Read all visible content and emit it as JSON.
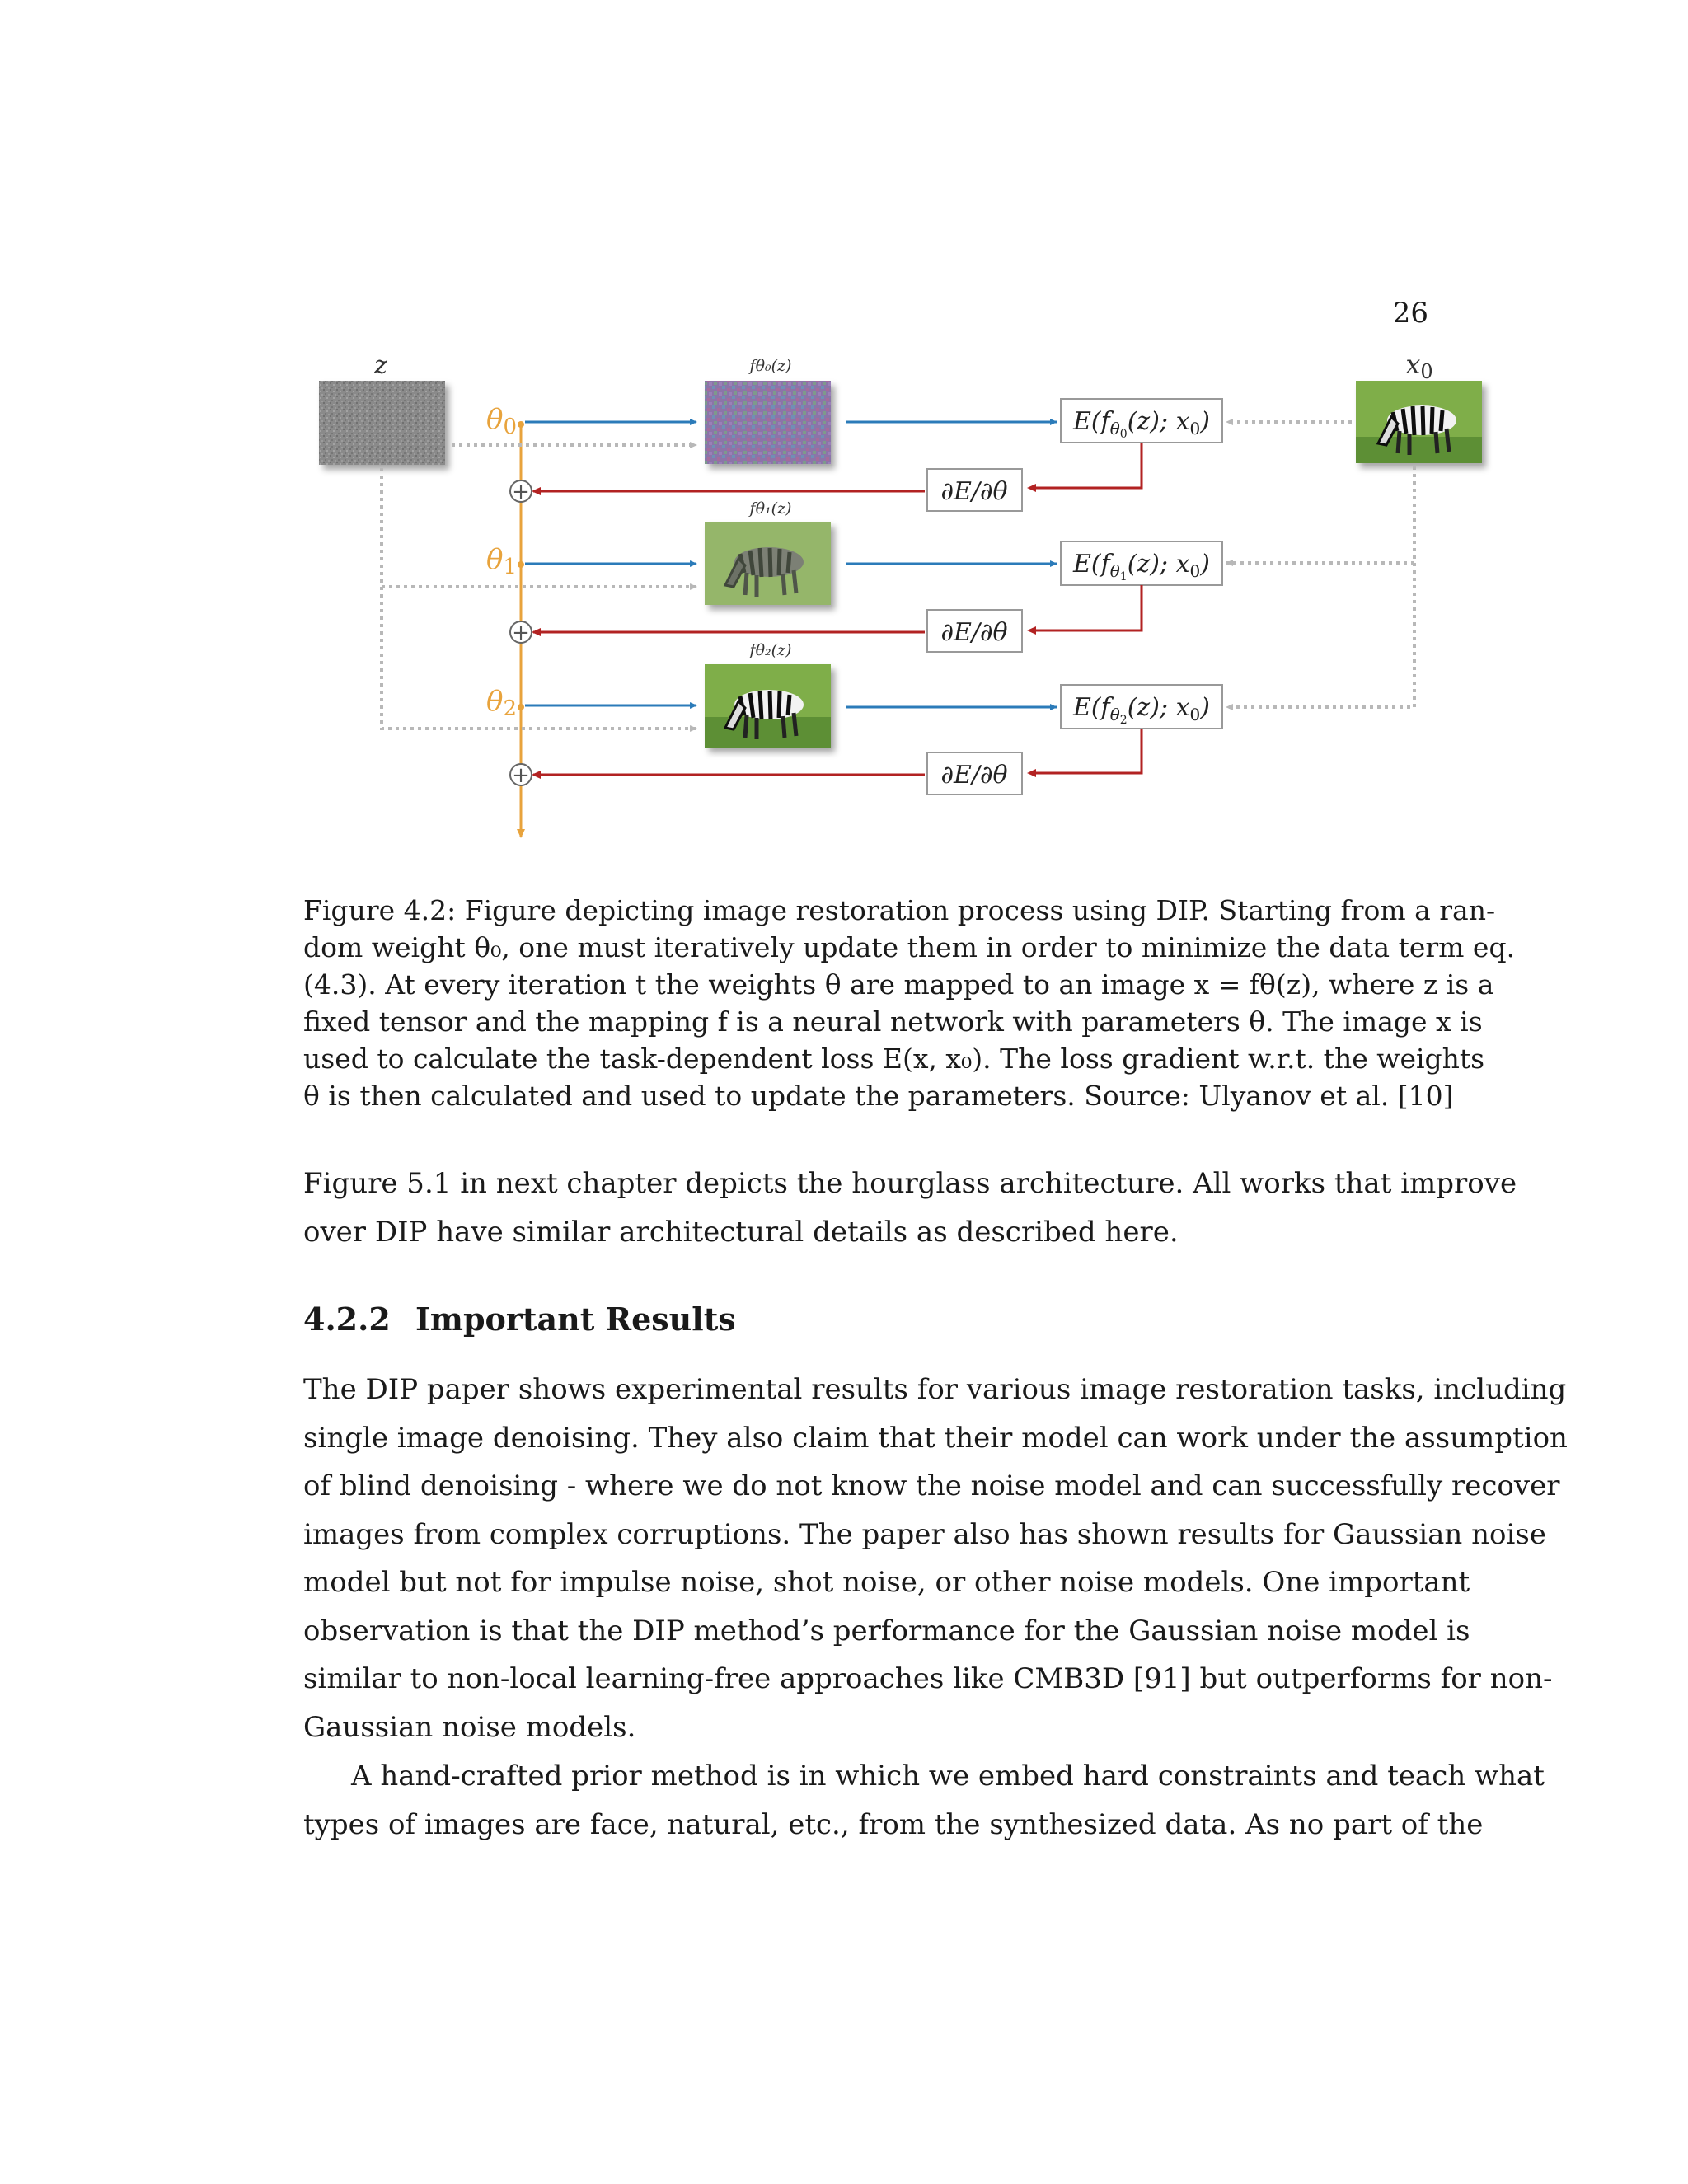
{
  "page_number": "26",
  "figure": {
    "z_label": "z",
    "x0_label": "x",
    "x0_sub": "0",
    "theta_labels": [
      "θ",
      "θ",
      "θ"
    ],
    "theta_subs": [
      "0",
      "1",
      "2"
    ],
    "f_labels": [
      "fθ₀(z)",
      "fθ₁(z)",
      "fθ₂(z)"
    ],
    "energy_prefix": "E(f",
    "energy_mid": "(z); x",
    "energy_end": ")",
    "energy_theta": "θ",
    "energy_subs": [
      "0",
      "1",
      "2"
    ],
    "gradient_label": "∂E/∂θ",
    "plus_symbol": "+",
    "colors": {
      "theta": "#e8a33c",
      "forward": "#2b7bb9",
      "backward": "#b22222",
      "dotted": "#b8b8b8",
      "box": "#999999"
    }
  },
  "caption": {
    "lines": [
      "Figure 4.2: Figure depicting image restoration process using DIP. Starting from a ran-",
      "dom weight θ₀, one must iteratively update them in order to minimize the data term eq.",
      "(4.3). At every iteration t the weights θ are mapped to an image x = fθ(z), where z is a",
      "fixed tensor and the mapping f is a neural network with parameters θ. The image x is",
      "used to calculate the task-dependent loss E(x, x₀). The loss gradient w.r.t. the weights",
      "θ is then calculated and used to update the parameters. Source: Ulyanov et al. [10]"
    ]
  },
  "paragraph1": {
    "lines": [
      "Figure 5.1 in next chapter depicts the hourglass architecture. All works that improve",
      "over DIP have similar architectural details as described here."
    ]
  },
  "section": {
    "number": "4.2.2",
    "title": "Important Results"
  },
  "paragraph2": {
    "lines": [
      "The DIP paper shows experimental results for various image restoration tasks, including",
      "single image denoising. They also claim that their model can work under the assumption",
      "of blind denoising - where we do not know the noise model and can successfully recover",
      "images from complex corruptions. The paper also has shown results for Gaussian noise",
      "model but not for impulse noise, shot noise, or other noise models. One important",
      "observation is that the DIP method’s performance for the Gaussian noise model is",
      "similar to non-local learning-free approaches like CMB3D [91] but outperforms for non-",
      "Gaussian noise models."
    ]
  },
  "paragraph3": {
    "lines": [
      "A hand-crafted prior method is in which we embed hard constraints and teach what",
      "types of images are face, natural, etc., from the synthesized data. As no part of the"
    ]
  }
}
